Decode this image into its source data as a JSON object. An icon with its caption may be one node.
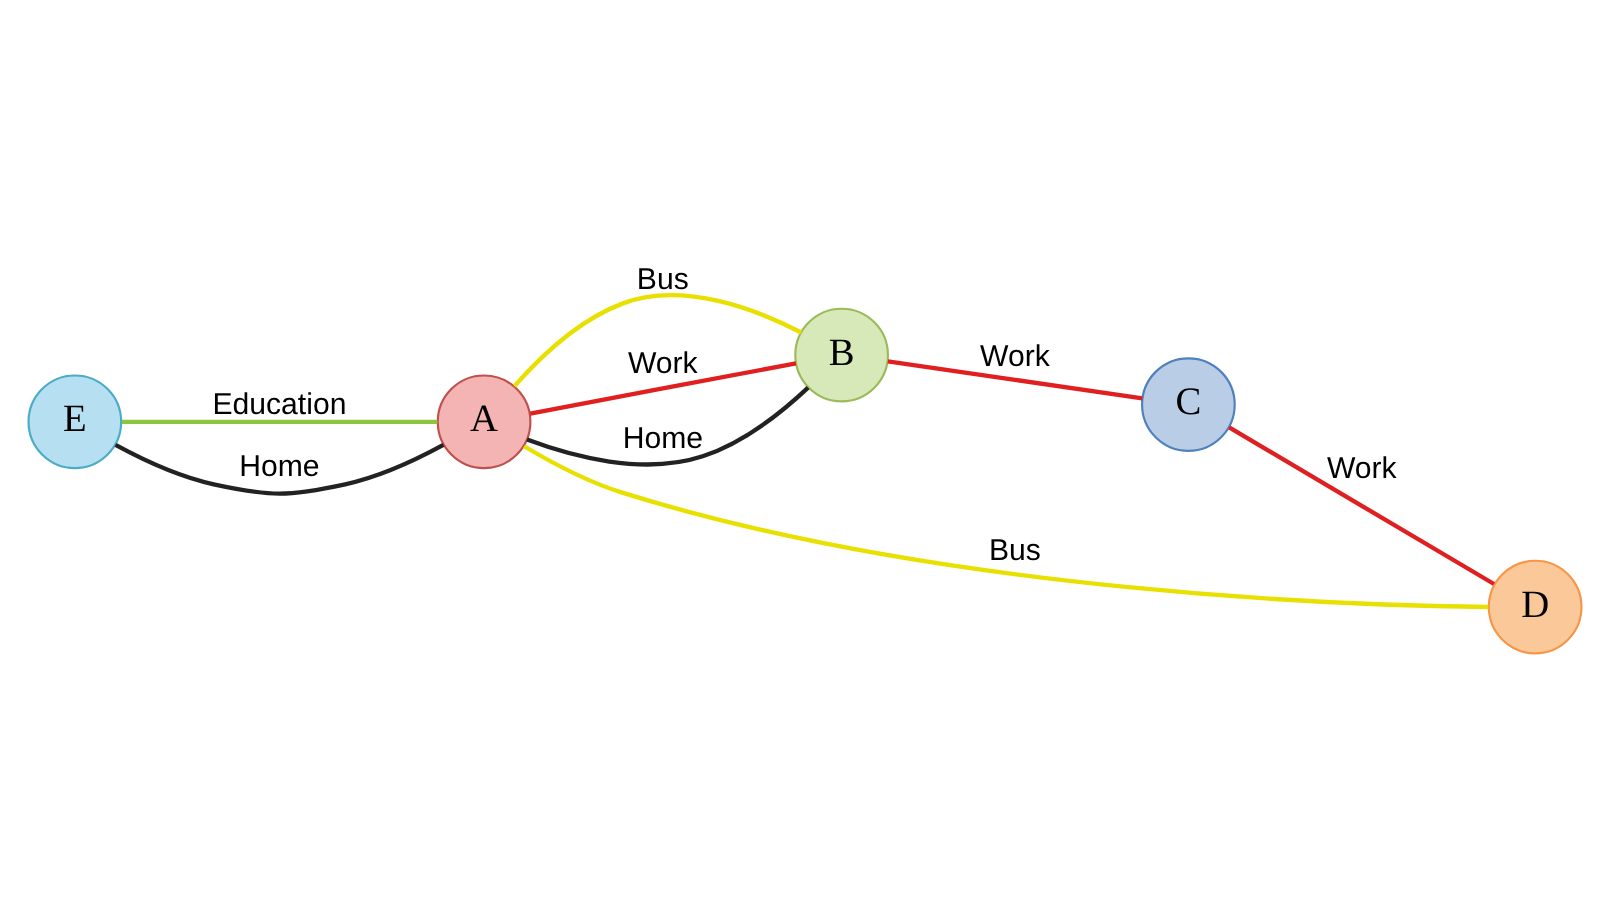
{
  "diagram": {
    "nodes": [
      {
        "text": [
          "A"
        ]
      },
      {
        "text": [
          "B"
        ]
      },
      {
        "text": [
          "C"
        ]
      },
      {
        "text": [
          "D"
        ]
      },
      {
        "text": [
          "E"
        ]
      }
    ],
    "edges": [
      {
        "from": 0,
        "to": 1,
        "arrow": "none",
        "label": "Bus",
        "color": "#e8e000"
      },
      {
        "from": 0,
        "to": 1,
        "arrow": "none",
        "label": "Work"
      },
      {
        "from": 0,
        "to": 1,
        "arrow": "none",
        "label": "Home",
        "color": "#222222"
      },
      {
        "from": 1,
        "to": 2,
        "arrow": "none",
        "label": "Work"
      },
      {
        "from": 2,
        "to": 3,
        "arrow": "none",
        "label": "Work"
      },
      {
        "from": 0,
        "to": 3,
        "arrow": "none",
        "label": "Bus",
        "color": "#e8e000"
      },
      {
        "from": 4,
        "to": 0,
        "arrow": "none",
        "label": "Education",
        "color": "#8cc63f"
      },
      {
        "from": 4,
        "to": 0,
        "arrow": "none",
        "label": "Home",
        "color": "#222222"
      }
    ]
  }
}
